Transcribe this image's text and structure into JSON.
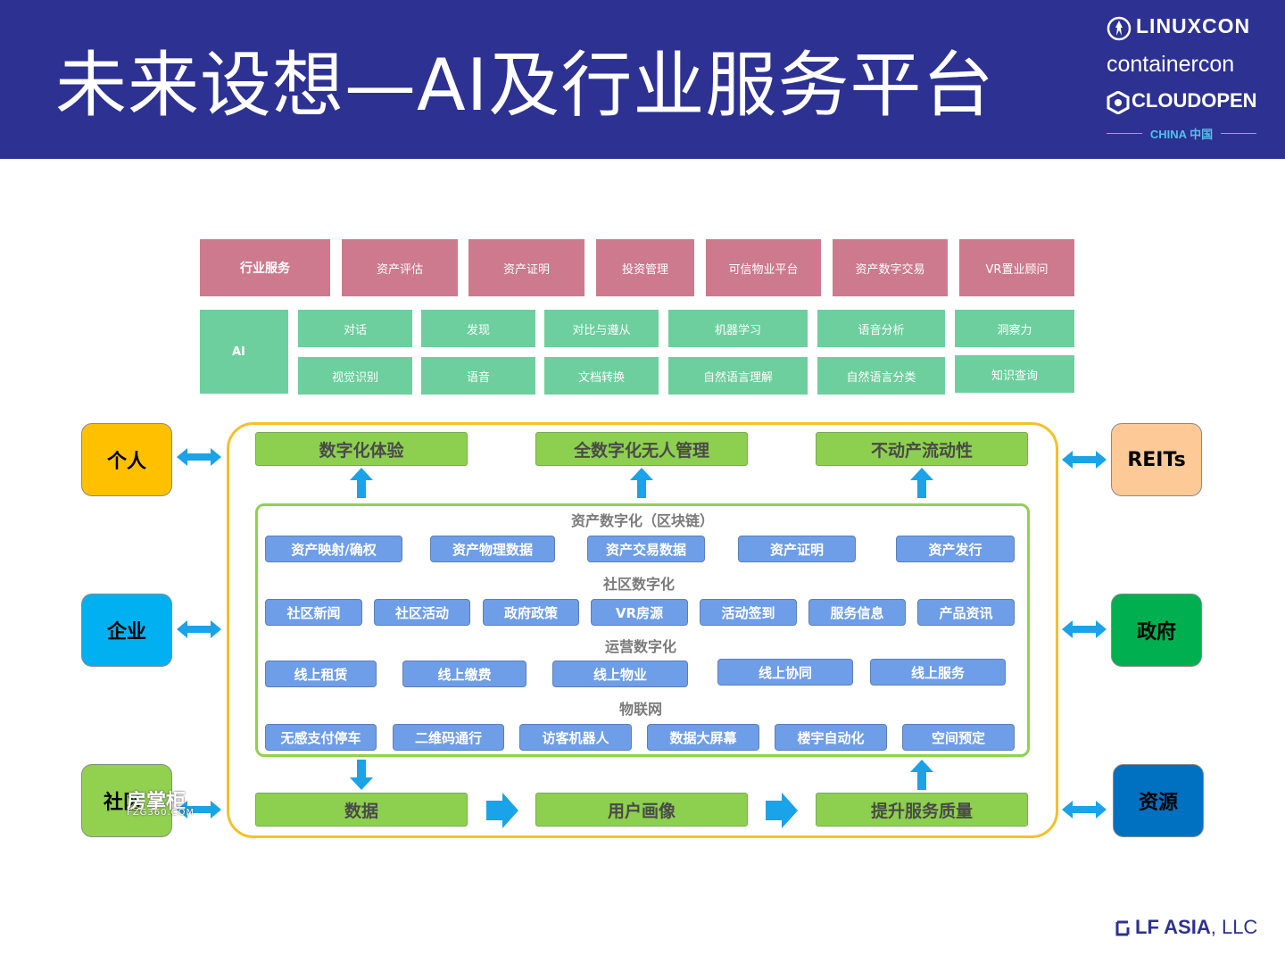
{
  "header": {
    "title": "未来设想—AI及行业服务平台",
    "logo_line1": "LINUXCON",
    "logo_line2": "containercon",
    "logo_line3": "CLOUDOPEN",
    "logo_line4": "CHINA 中国",
    "bg_color": "#2d3192"
  },
  "industry_row": {
    "label": "行业服务",
    "items": [
      "资产评估",
      "资产证明",
      "投资管理",
      "可信物业平台",
      "资产数字交易",
      "VR置业顾问"
    ]
  },
  "ai_block": {
    "label": "AI",
    "row1": [
      "对话",
      "发现",
      "对比与遵从",
      "机器学习",
      "语音分析",
      "洞察力"
    ],
    "row2": [
      "视觉识别",
      "语音",
      "文档转换",
      "自然语言理解",
      "自然语言分类",
      "知识查询"
    ]
  },
  "left_parties": [
    "个人",
    "企业",
    "社区"
  ],
  "right_parties": [
    "REITs",
    "政府",
    "资源"
  ],
  "outcomes": [
    "数字化体验",
    "全数字化无人管理",
    "不动产流动性"
  ],
  "sections": [
    {
      "title": "资产数字化（区块链）",
      "items": [
        "资产映射/确权",
        "资产物理数据",
        "资产交易数据",
        "资产证明",
        "资产发行"
      ]
    },
    {
      "title": "社区数字化",
      "items": [
        "社区新闻",
        "社区活动",
        "政府政策",
        "VR房源",
        "活动签到",
        "服务信息",
        "产品资讯"
      ]
    },
    {
      "title": "运营数字化",
      "items": [
        "线上租赁",
        "线上缴费",
        "线上物业",
        "线上协同",
        "线上服务"
      ]
    },
    {
      "title": "物联网",
      "items": [
        "无感支付停车",
        "二维码通行",
        "访客机器人",
        "数据大屏幕",
        "楼宇自动化",
        "空间预定"
      ]
    }
  ],
  "flow": [
    "数据",
    "用户画像",
    "提升服务质量"
  ],
  "watermark": {
    "text": "房掌柜",
    "sub": "FZG360.COM"
  },
  "footer": {
    "brand": "LF ASIA",
    "suffix": ", LLC"
  },
  "colors": {
    "pink": "#cd7a8e",
    "teal": "#6dcf9e",
    "green": "#8dd04f",
    "blue_box": "#6f9ee8",
    "arrow": "#1aa3e8",
    "outer_border": "#f5c02a",
    "inner_border": "#92d050",
    "party_personal": "#ffc000",
    "party_enterprise": "#00b0f0",
    "party_community": "#92d050",
    "party_reits": "#fdc997",
    "party_gov": "#00b050",
    "party_resource": "#0070c0"
  }
}
